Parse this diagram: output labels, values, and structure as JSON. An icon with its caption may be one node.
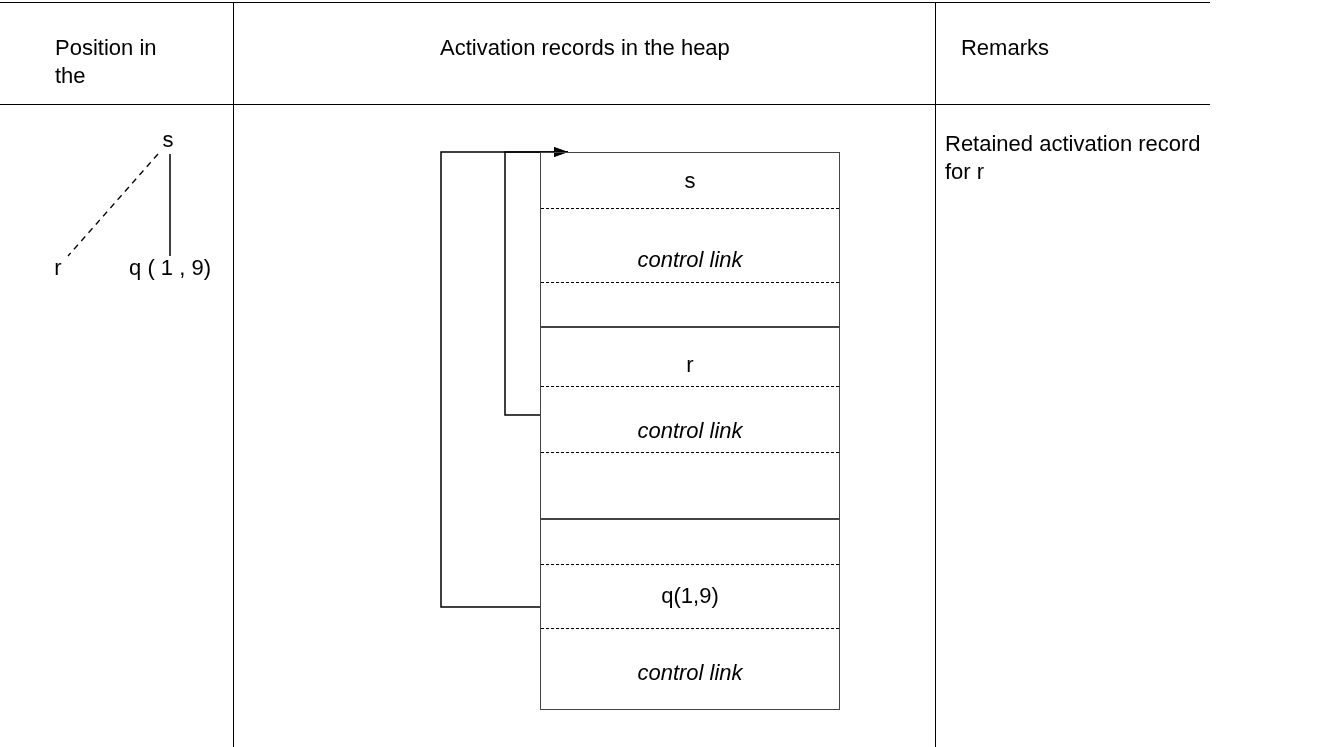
{
  "diagram": {
    "nodes": [
      {
        "text": [
          "s"
        ]
      },
      {
        "text": [
          "r"
        ]
      },
      {
        "text": [
          "q ( 1 , 9)"
        ]
      },
      {
        "text": [
          "s",
          "control link"
        ]
      },
      {
        "text": [
          "r",
          "control link"
        ]
      },
      {
        "text": [
          "q(1,9)",
          "control link"
        ]
      }
    ],
    "edges": [
      {
        "from": 0,
        "to": 1,
        "arrow": "none",
        "style": "dashed"
      },
      {
        "from": 0,
        "to": 2,
        "arrow": "none"
      },
      {
        "from": 4,
        "to": 3,
        "arrow": "to"
      },
      {
        "from": 5,
        "to": 3,
        "arrow": "to"
      }
    ],
    "labels": [
      "Position in the",
      "Activation records in the heap",
      "Remarks",
      "Retained activation record for r"
    ]
  }
}
